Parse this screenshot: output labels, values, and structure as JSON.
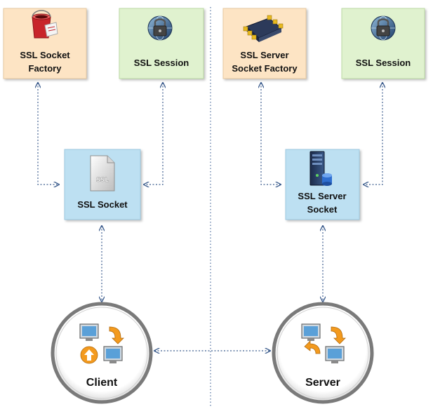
{
  "diagram": {
    "boxes": {
      "ssl_socket_factory": {
        "line1": "SSL Socket",
        "line2": "Factory",
        "fill": "#fde4c4",
        "icon": "bucket-icon"
      },
      "ssl_session_client": {
        "label": "SSL Session",
        "fill": "#e0f2cf",
        "icon": "globe-lock-icon"
      },
      "ssl_server_socket_factory": {
        "line1": "SSL Server",
        "line2": "Socket Factory",
        "fill": "#fde4c4",
        "icon": "memory-chip-icon"
      },
      "ssl_session_server": {
        "label": "SSL Session",
        "fill": "#e0f2cf",
        "icon": "globe-lock-icon"
      },
      "ssl_socket": {
        "label": "SSL Socket",
        "fill": "#bde0f2",
        "icon": "ssl-document-icon"
      },
      "ssl_server_socket": {
        "line1": "SSL Server",
        "line2": "Socket",
        "fill": "#bde0f2",
        "icon": "server-icon"
      }
    },
    "nodes": {
      "client": {
        "label": "Client",
        "icon": "network-computers-icon"
      },
      "server": {
        "label": "Server",
        "icon": "network-computers-icon"
      }
    },
    "colors": {
      "arrow": "#3f5f8f",
      "divider": "#4f6f9f",
      "circle_ring": "#7a7a7a"
    }
  }
}
